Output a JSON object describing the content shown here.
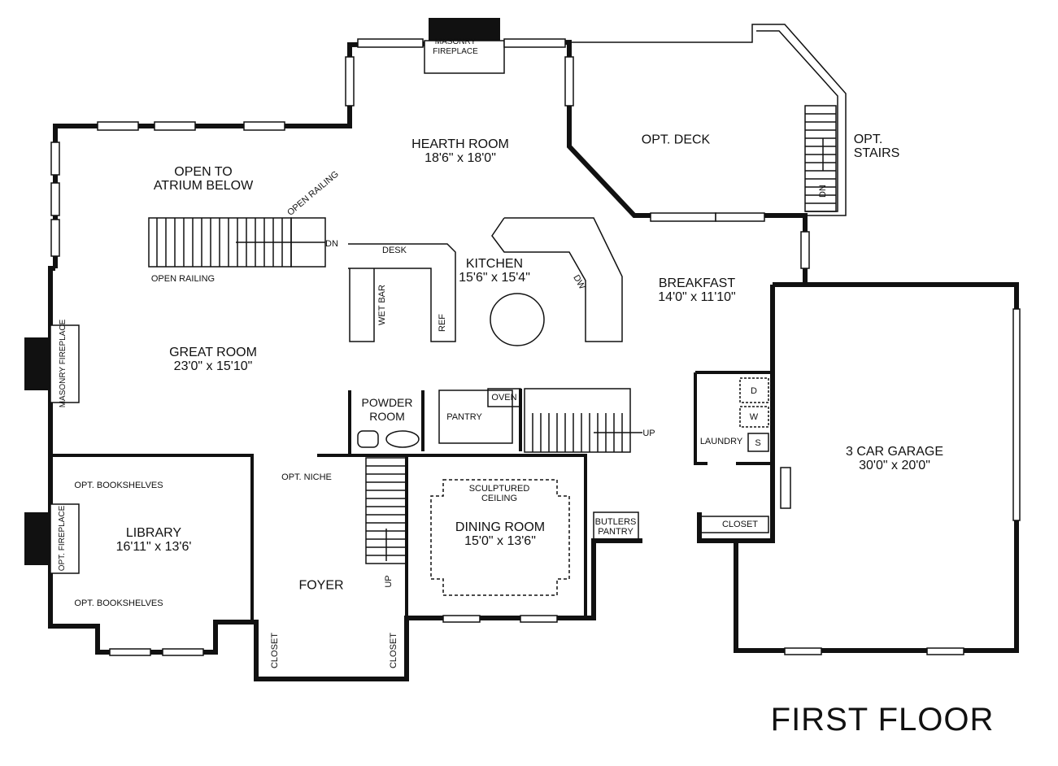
{
  "title": "FIRST FLOOR",
  "rooms": {
    "hearth": {
      "name": "HEARTH ROOM",
      "size": "18'6\" x 18'0\""
    },
    "deck": {
      "name": "OPT. DECK"
    },
    "stairs_opt": {
      "name": "OPT.",
      "name2": "STAIRS",
      "dir": "DN"
    },
    "atrium": {
      "name": "OPEN TO",
      "name2": "ATRIUM BELOW"
    },
    "kitchen": {
      "name": "KITCHEN",
      "size": "15'6\" x 15'4\""
    },
    "breakfast": {
      "name": "BREAKFAST",
      "size": "14'0\" x 11'10\""
    },
    "great": {
      "name": "GREAT ROOM",
      "size": "23'0\" x 15'10\""
    },
    "powder": {
      "name": "POWDER",
      "name2": "ROOM"
    },
    "garage": {
      "name": "3 CAR GARAGE",
      "size": "30'0\" x 20'0\""
    },
    "dining": {
      "name": "DINING ROOM",
      "size": "15'0\" x 13'6\""
    },
    "library": {
      "name": "LIBRARY",
      "size": "16'11\" x 13'6'"
    },
    "foyer": {
      "name": "FOYER"
    }
  },
  "labels": {
    "masonry_fireplace_top": "MASONRY",
    "masonry_fireplace_top2": "FIREPLACE",
    "masonry_fireplace_left": "MASONRY FIREPLACE",
    "open_railing_diag": "OPEN RAILING",
    "open_railing": "OPEN RAILING",
    "stair_dn": "DN",
    "desk": "DESK",
    "wet_bar": "WET BAR",
    "ref": "REF",
    "dw": "DW",
    "pantry": "PANTRY",
    "oven": "OVEN",
    "up_kitchen": "UP",
    "dryer": "D",
    "washer": "W",
    "sink": "S",
    "laundry": "LAUNDRY",
    "closet_garage": "CLOSET",
    "opt_niche": "OPT. NICHE",
    "sculptured": "SCULPTURED",
    "ceiling": "CEILING",
    "butlers": "BUTLERS",
    "butlers_pantry": "PANTRY",
    "bookshelves_top": "OPT. BOOKSHELVES",
    "bookshelves_bottom": "OPT. BOOKSHELVES",
    "opt_fireplace": "OPT. FIREPLACE",
    "up_foyer": "UP",
    "closet_left": "CLOSET",
    "closet_right": "CLOSET"
  }
}
